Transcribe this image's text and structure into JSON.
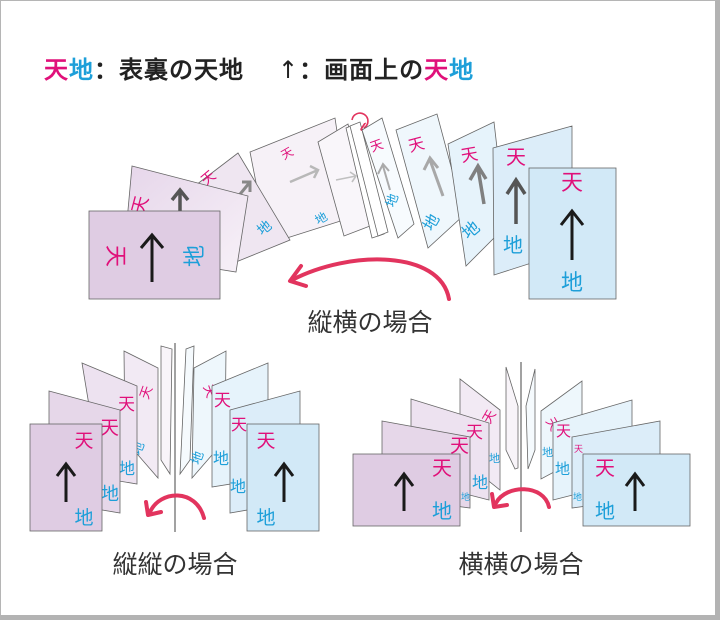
{
  "legend": {
    "item1": {
      "ten": "天",
      "chi": "地",
      "separator": "：",
      "text": "表裏の天地"
    },
    "item2": {
      "arrow": "↑",
      "separator": "：",
      "text": "画面上の",
      "ten": "天",
      "chi": "地"
    }
  },
  "labels": {
    "ten": "天",
    "chi": "地"
  },
  "colors": {
    "ten": "#e0107a",
    "chi": "#1d9fd9",
    "rotation_arrow": "#e2345e",
    "back_page": "#dfcce3",
    "front_page": "#d2e9f7",
    "frame": "#b3b3b3"
  },
  "diagrams": [
    {
      "id": "tate-yoko",
      "caption": "縦横の場合"
    },
    {
      "id": "tate-tate",
      "caption": "縦縦の場合"
    },
    {
      "id": "yoko-yoko",
      "caption": "横横の場合"
    }
  ]
}
